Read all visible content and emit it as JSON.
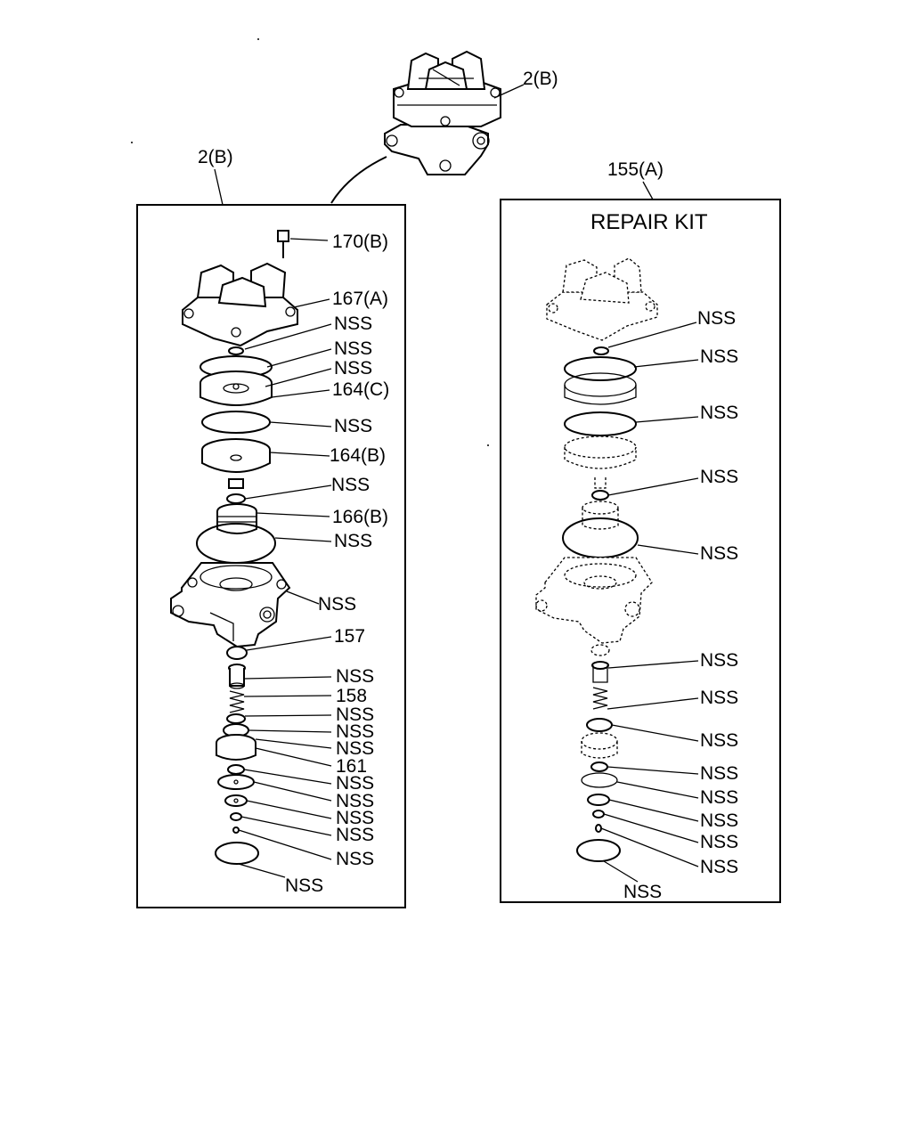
{
  "top_assembly": {
    "label": "2(B)"
  },
  "left_panel": {
    "title": "2(B)",
    "labels": [
      "170(B)",
      "167(A)",
      "NSS",
      "NSS",
      "NSS",
      "164(C)",
      "NSS",
      "164(B)",
      "NSS",
      "166(B)",
      "NSS",
      "NSS",
      "157",
      "NSS",
      "158",
      "NSS",
      "NSS",
      "NSS",
      "161",
      "NSS",
      "NSS",
      "NSS",
      "NSS",
      "NSS",
      "NSS"
    ]
  },
  "right_panel": {
    "title": "155(A)",
    "heading": "REPAIR KIT",
    "labels": [
      "NSS",
      "NSS",
      "NSS",
      "NSS",
      "NSS",
      "NSS",
      "NSS",
      "NSS",
      "NSS",
      "NSS",
      "NSS",
      "NSS",
      "NSS",
      "NSS"
    ]
  }
}
